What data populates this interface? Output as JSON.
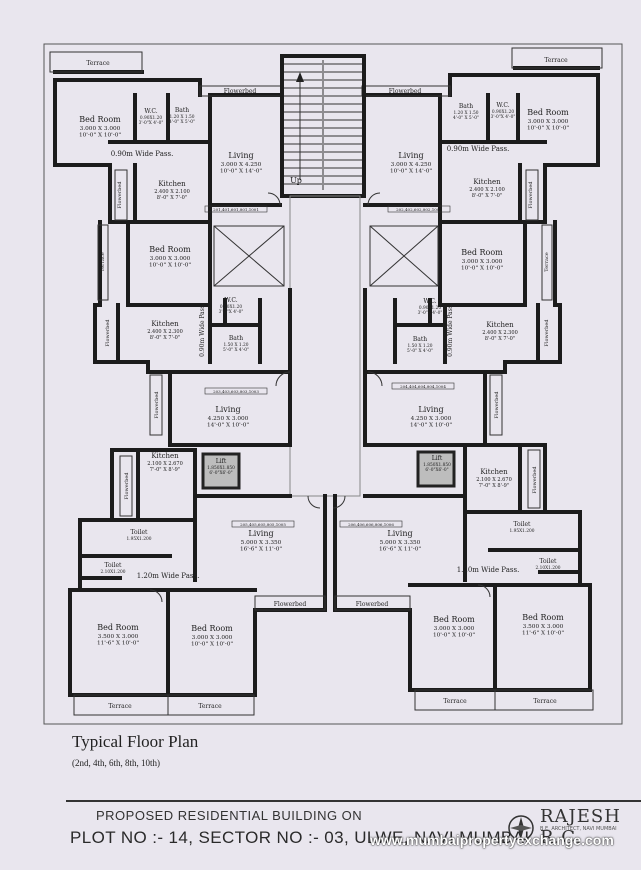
{
  "plan": {
    "rooms": {
      "terrace_top_l": "Terrace",
      "terrace_top_r": "Terrace",
      "bed_tl": [
        "Bed Room",
        "3.000 X 3.000",
        "10'-0\" X 10'-0\""
      ],
      "bed_tr": [
        "Bed Room",
        "3.000 X 3.000",
        "10'-0\" X 10'-0\""
      ],
      "wc_tl": [
        "W.C.",
        "0.90X1.20",
        "3'-0\"X 4'-0\""
      ],
      "wc_tr": [
        "W.C.",
        "0.90X1.20",
        "3'-0\"X 4'-0\""
      ],
      "bath_tl": [
        "Bath",
        "1.20 X 1.50",
        "4'-0\" X 5'-0\""
      ],
      "bath_tr": [
        "Bath",
        "1.20 X 1.50",
        "4'-0\" X 5'-0\""
      ],
      "flowerbed_tl": "Flowerbed",
      "flowerbed_tr": "Flowerbed",
      "pass_tl": "0.90m Wide Pass.",
      "pass_tr": "0.90m Wide Pass.",
      "living_tl": [
        "Living",
        "3.000 X 4.250",
        "10'-0\" X 14'-0\""
      ],
      "living_tr": [
        "Living",
        "3.000 X 4.250",
        "10'-0\" X 14'-0\""
      ],
      "up": "Up",
      "kitchen_tl": [
        "Kitchen",
        "2.400 X 2.100",
        "8'-0\" X 7'-0\""
      ],
      "kitchen_tr": [
        "Kitchen",
        "2.400 X 2.100",
        "8'-0\" X 7'-0\""
      ],
      "flowerbed_tl_v": "Flowerbed",
      "flowerbed_tr_v": "Flowerbed",
      "terrace_ml": "Terrace",
      "terrace_mr": "Terrace",
      "bed_ml": [
        "Bed Room",
        "3.000 X 3.000",
        "10'-0\" X 10'-0\""
      ],
      "bed_mr": [
        "Bed Room",
        "3.000 X 3.000",
        "10'-0\" X 10'-0\""
      ],
      "wc_ml": [
        "W.C.",
        "0.90X1.20",
        "3'-0\"X 4'-0\""
      ],
      "wc_mr": [
        "W.C.",
        "0.90X1.20",
        "3'-0\"X 4'-0\""
      ],
      "kitchen_ml": [
        "Kitchen",
        "2.400 X 2.300",
        "8'-0\" X 7'-0\""
      ],
      "kitchen_mr": [
        "Kitchen",
        "2.400 X 2.300",
        "8'-0\" X 7'-0\""
      ],
      "pass_ml": "0.90m Wide Pass.",
      "pass_mr": "0.90m Wide Pass.",
      "bath_ml": [
        "Bath",
        "1.50 X 1.20",
        "5'-0\" X 4'-0\""
      ],
      "bath_mr": [
        "Bath",
        "1.50 X 1.20",
        "5'-0\" X 4'-0\""
      ],
      "flowerbed_ml": "Flowerbed",
      "flowerbed_mr": "Flowerbed",
      "living_ml": [
        "Living",
        "4.250 X 3.000",
        "14'-0\" X 10'-0\""
      ],
      "living_mr": [
        "Living",
        "4.250 X 3.000",
        "14'-0\" X 10'-0\""
      ],
      "lift_l": [
        "Lift",
        "1.850X1.850",
        "6'-0\"X6'-0\""
      ],
      "lift_r": [
        "Lift",
        "1.850X1.850",
        "6'-0\"X6'-0\""
      ],
      "kitchen_bl": [
        "Kitchen",
        "2.100 X 2.670",
        "7'-0\" X 8'-9\""
      ],
      "kitchen_br": [
        "Kitchen",
        "2.100 X 2.670",
        "7'-0\" X 8'-9\""
      ],
      "flowerbed_bl_v": "Flowerbed",
      "flowerbed_br_v": "Flowerbed",
      "living_bl": [
        "Living",
        "5.000 X 3.350",
        "16'-6\" X 11'-0\""
      ],
      "living_br": [
        "Living",
        "5.000 X 3.350",
        "16'-6\" X 11'-0\""
      ],
      "toilet_bl1": [
        "Toilet",
        "1.95X1.200",
        ""
      ],
      "toilet_bl2": [
        "Toilet",
        "2.10X1.200",
        ""
      ],
      "toilet_br1": [
        "Toilet",
        "1.95X1.200",
        ""
      ],
      "toilet_br2": [
        "Toilet",
        "2.10X1.200",
        ""
      ],
      "pass_bl": "1.20m Wide Pass.",
      "pass_br": "1.20m Wide Pass.",
      "flowerbed_bl": "Flowerbed",
      "flowerbed_br": "Flowerbed",
      "bed_bl1": [
        "Bed Room",
        "3.500 X 3.000",
        "11'-6\" X 10'-0\""
      ],
      "bed_bl2": [
        "Bed Room",
        "3.000 X 3.000",
        "10'-0\" X 10'-0\""
      ],
      "bed_br1": [
        "Bed Room",
        "3.000 X 3.000",
        "10'-0\" X 10'-0\""
      ],
      "bed_br2": [
        "Bed Room",
        "3.500 X 3.000",
        "11'-6\" X 10'-0\""
      ],
      "terrace_bl1": "Terrace",
      "terrace_bl2": "Terrace",
      "terrace_br1": "Terrace",
      "terrace_br2": "Terrace"
    },
    "flat_tags": {
      "tl": "201,401,601,801,1001",
      "tr": "202,402,602,802,1002",
      "ml": "203,403,603,803,1003",
      "mr": "204,404,604,804,1004",
      "bl": "205,405,605,805,1005",
      "br": "206,406,606,806,1006"
    }
  },
  "title": "Typical Floor Plan",
  "subtitle": "(2nd, 4th, 6th, 8th, 10th)",
  "title_block": {
    "line1": "PROPOSED RESIDENTIAL BUILDING ON",
    "line2": "PLOT NO :- 14, SECTOR NO :- 03, ULWE, NAVI MUMBAI",
    "architect": "RAJESH R.C.",
    "architect_sub": "B.E. ARCHITECT, NAVI MUMBAI"
  },
  "watermark": "www.mumbaipropertyexchange.com",
  "colors": {
    "paper": "#e9e6ee",
    "wall": "#1c1c1c",
    "lift": "#bdbdbd"
  }
}
